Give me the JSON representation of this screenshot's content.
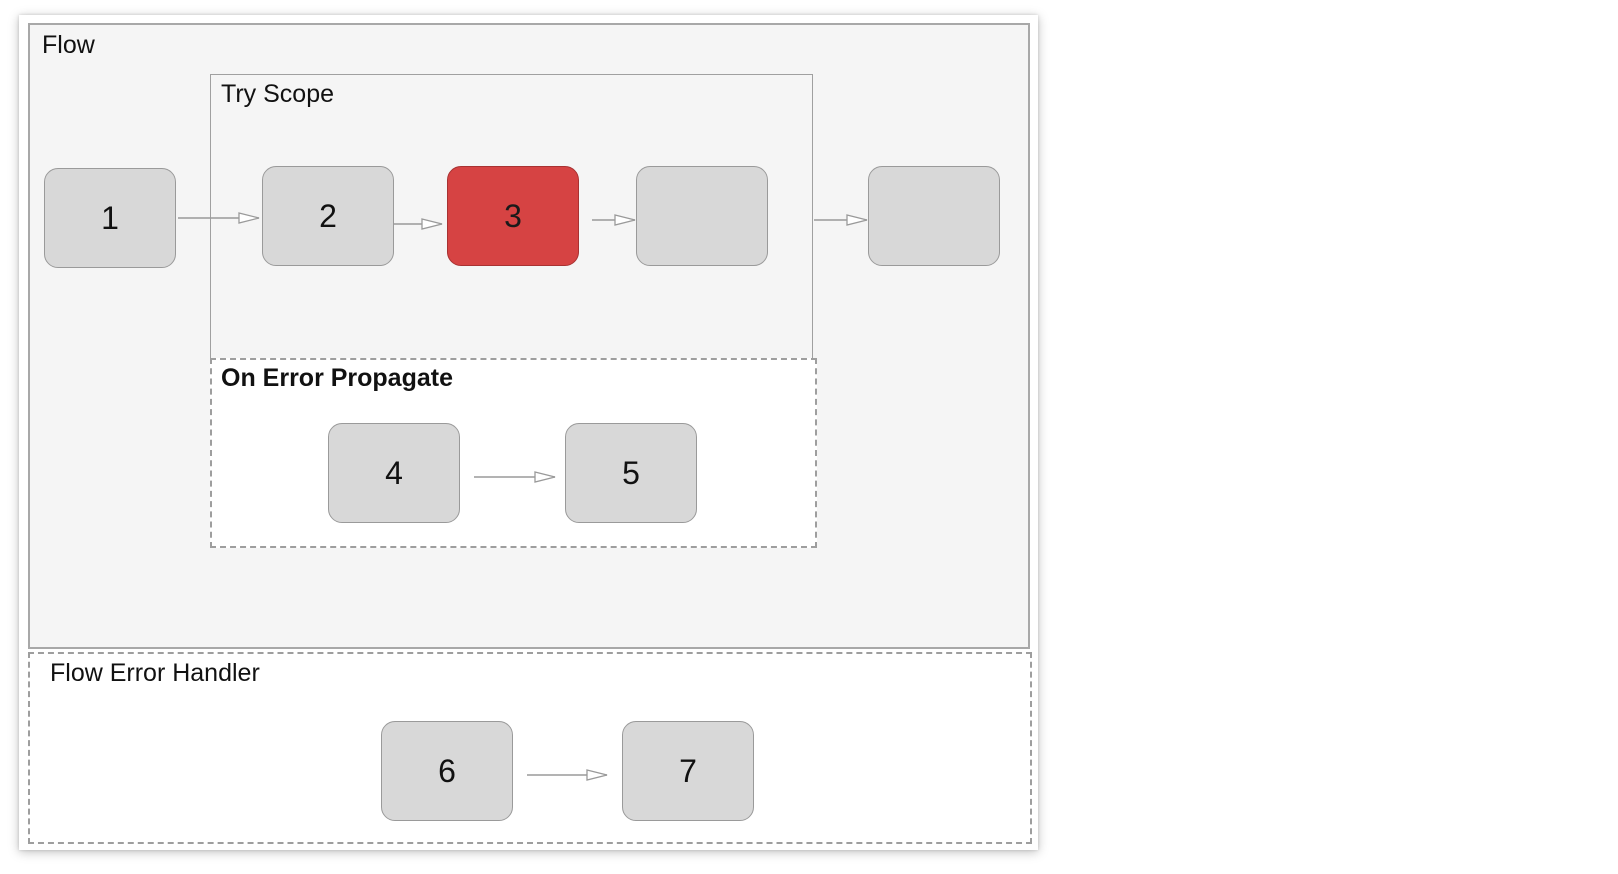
{
  "diagram": {
    "flow": {
      "title": "Flow"
    },
    "try_scope": {
      "title": "Try Scope"
    },
    "on_error_propagate": {
      "title": "On Error Propagate"
    },
    "flow_error_handler": {
      "title": "Flow Error Handler"
    },
    "nodes": {
      "n1": {
        "label": "1"
      },
      "n2": {
        "label": "2"
      },
      "n3": {
        "label": "3",
        "color": "#d64343"
      },
      "n_try_end": {
        "label": ""
      },
      "n_flow_end": {
        "label": ""
      },
      "n4": {
        "label": "4"
      },
      "n5": {
        "label": "5"
      },
      "n6": {
        "label": "6"
      },
      "n7": {
        "label": "7"
      }
    },
    "edges": [
      {
        "from": "n1",
        "to": "n2"
      },
      {
        "from": "n2",
        "to": "n3"
      },
      {
        "from": "n3",
        "to": "n_try_end"
      },
      {
        "from": "try_scope",
        "to": "n_flow_end"
      },
      {
        "from": "n4",
        "to": "n5"
      },
      {
        "from": "n6",
        "to": "n7"
      }
    ]
  }
}
